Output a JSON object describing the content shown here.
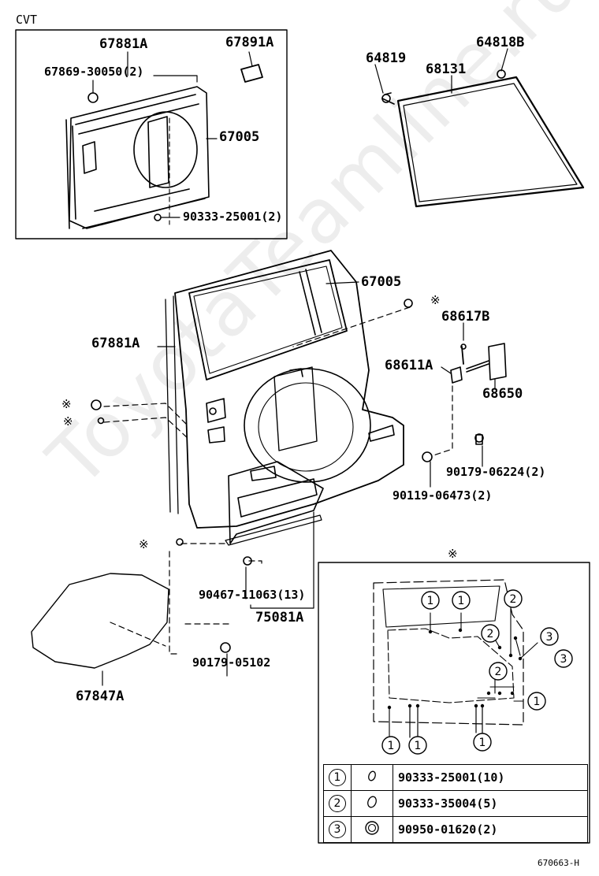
{
  "page_label_cvt": "CVT",
  "drawing_code": "670663-H",
  "watermark": "ToyotaTeamline.ru",
  "inset_top_left": {
    "part_67881A": "67881A",
    "part_67891A": "67891A",
    "part_67869": "67869-30050(2)",
    "part_67005": "67005",
    "part_90333": "90333-25001(2)"
  },
  "glass": {
    "part_64819": "64819",
    "part_68131": "68131",
    "part_64818B": "64818B"
  },
  "main": {
    "part_67005": "67005",
    "part_67881A": "67881A",
    "part_68617B": "68617B",
    "part_68611A": "68611A",
    "part_68650": "68650",
    "part_90179_06224": "90179-06224(2)",
    "part_90119": "90119-06473(2)",
    "part_90467": "90467-11063(13)",
    "part_75081A": "75081A",
    "part_90179_05102": "90179-05102",
    "part_67847A": "67847A",
    "note_mark": "※"
  },
  "clip_diagram": {
    "note_mark": "※",
    "callouts": [
      "1",
      "1",
      "2",
      "2",
      "3",
      "3",
      "2",
      "1",
      "1",
      "1",
      "1"
    ]
  },
  "legend": [
    {
      "key": "1",
      "part": "90333-25001(10)"
    },
    {
      "key": "2",
      "part": "90333-35004(5)"
    },
    {
      "key": "3",
      "part": "90950-01620(2)"
    }
  ]
}
